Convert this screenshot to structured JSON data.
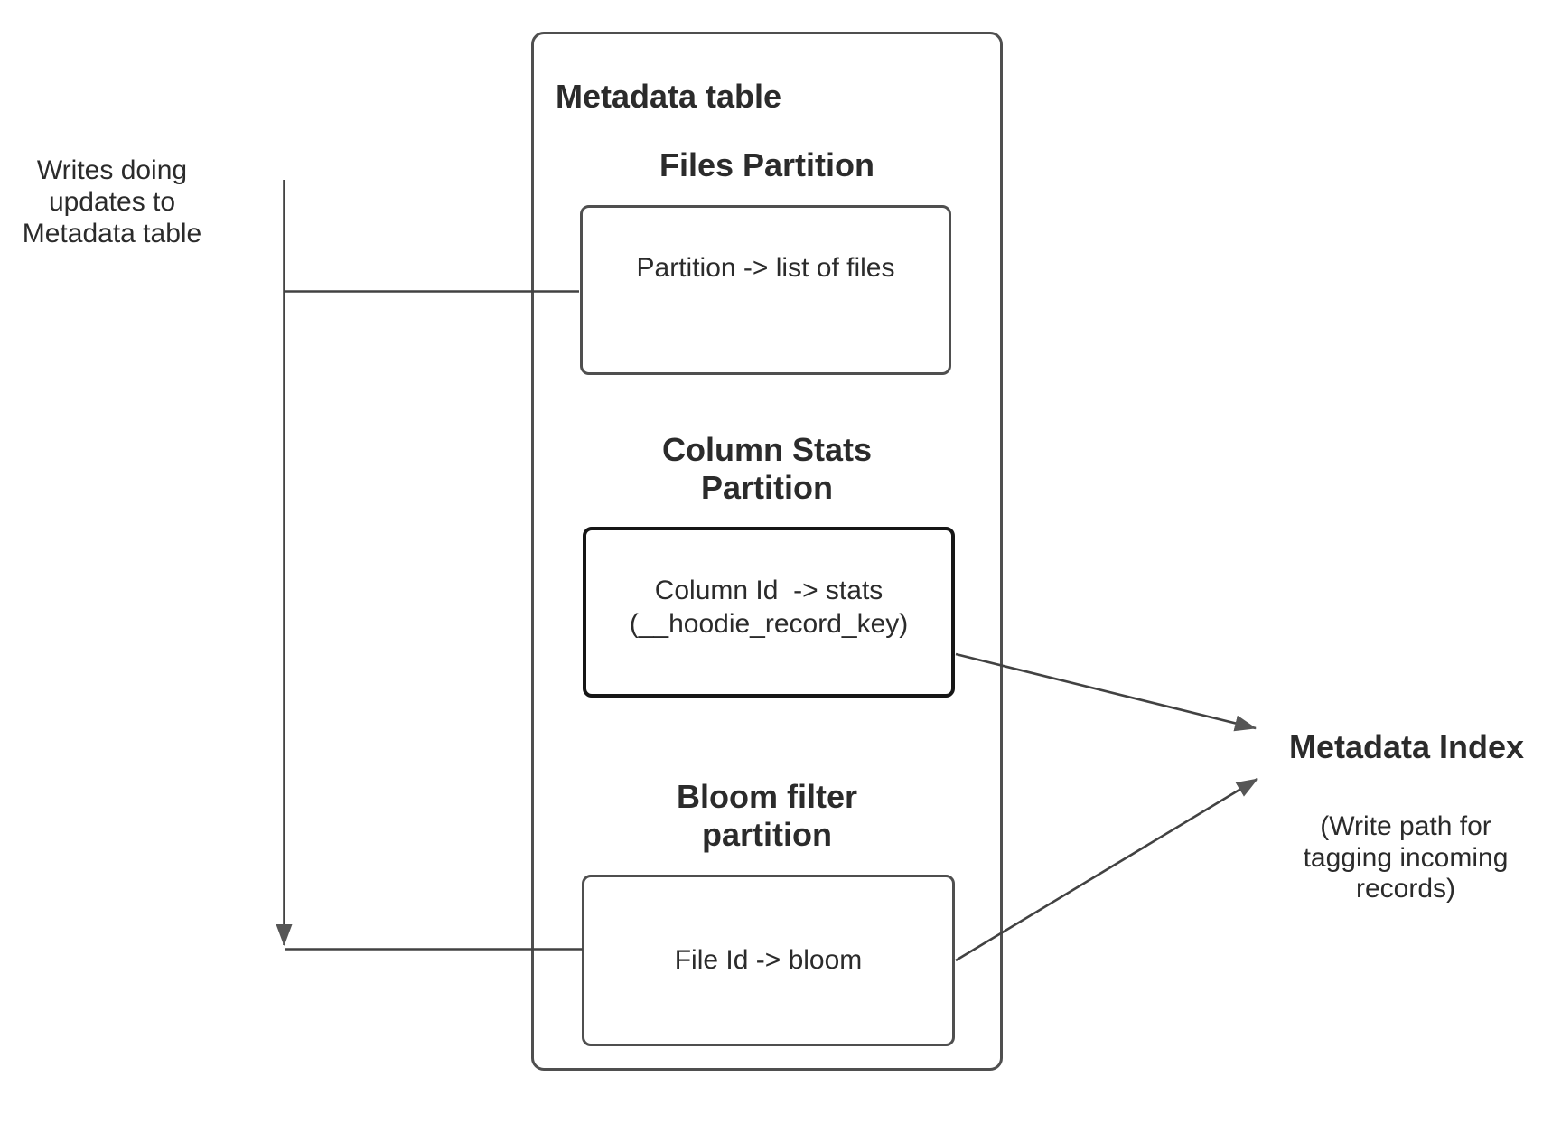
{
  "diagram": {
    "left_note": "Writes doing\nupdates to\nMetadata table",
    "metadata_table": {
      "title": "Metadata table",
      "files_partition": {
        "heading": "Files Partition",
        "box_text": "Partition -> list of files"
      },
      "column_stats_partition": {
        "heading": "Column Stats\nPartition",
        "box_text": "Column Id  -> stats\n(__hoodie_record_key)"
      },
      "bloom_filter_partition": {
        "heading": "Bloom filter\npartition",
        "box_text": "File Id -> bloom"
      }
    },
    "metadata_index": {
      "title": "Metadata Index",
      "note": "(Write path for\ntagging incoming\nrecords)"
    },
    "colors": {
      "background": "#ffffff",
      "box_border": "#4f4f4f",
      "column_stats_border": "#161616",
      "connector": "#424242",
      "arrowhead": "#565656",
      "text": "#2b2b2b"
    }
  }
}
